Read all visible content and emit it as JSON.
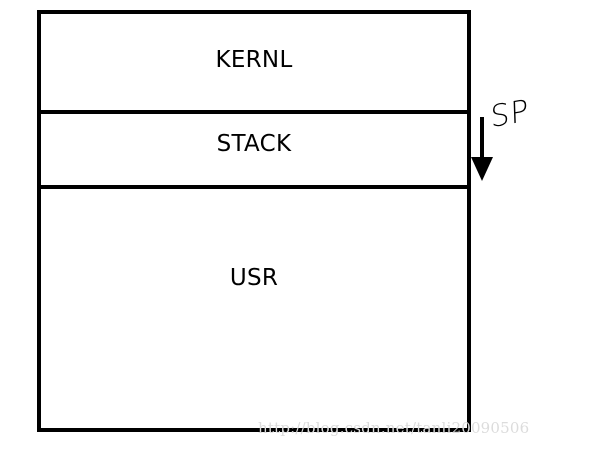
{
  "diagram": {
    "segments": [
      {
        "label": "KERNL"
      },
      {
        "label": "STACK"
      },
      {
        "label": "USR"
      }
    ],
    "pointer": {
      "label": "SP",
      "direction": "down"
    }
  },
  "watermark": {
    "text": "http://blog.csdn.net/tanli20090506"
  },
  "colors": {
    "line": "#000000",
    "background": "#ffffff",
    "watermark": "#dcdcdc"
  }
}
